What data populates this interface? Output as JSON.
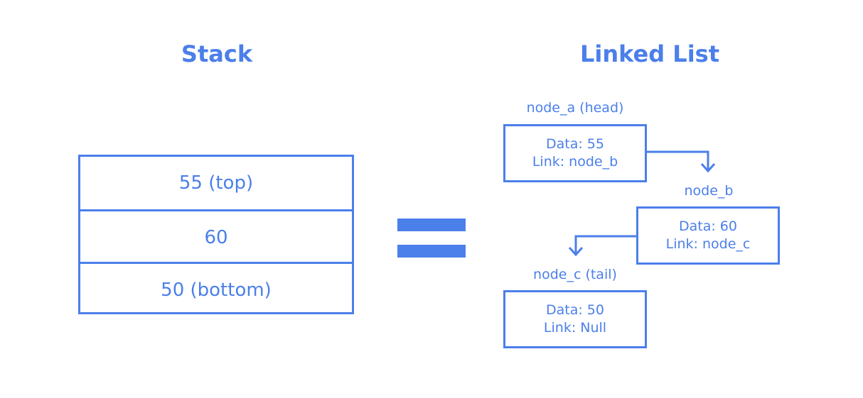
{
  "stack": {
    "title": "Stack",
    "cells": [
      "55 (top)",
      "60",
      "50 (bottom)"
    ]
  },
  "linked_list": {
    "title": "Linked List",
    "nodes": [
      {
        "label": "node_a (head)",
        "data": "Data: 55",
        "link": "Link: node_b"
      },
      {
        "label": "node_b",
        "data": "Data: 60",
        "link": "Link: node_c"
      },
      {
        "label": "node_c (tail)",
        "data": "Data: 50",
        "link": "Link: Null"
      }
    ]
  },
  "colors": {
    "accent": "#4b7fea",
    "background": "#ffffff"
  }
}
